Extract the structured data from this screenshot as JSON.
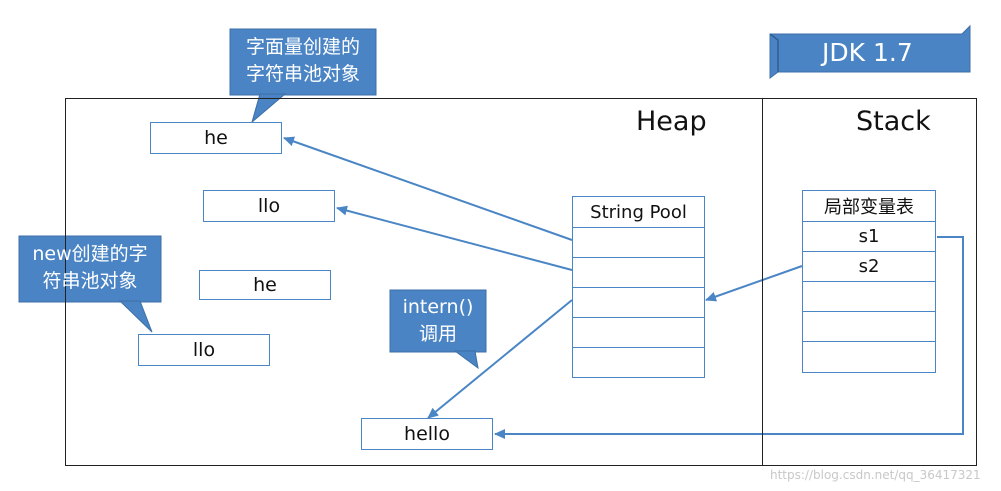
{
  "version_banner": "JDK 1.7",
  "heap": {
    "title": "Heap"
  },
  "stack": {
    "title": "Stack",
    "local_var_table": [
      "局部变量表",
      "s1",
      "s2",
      "",
      "",
      "",
      ""
    ]
  },
  "string_pool": {
    "header": "String Pool"
  },
  "heap_objects": {
    "he_literal": "he",
    "llo_literal": "llo",
    "he_new": "he",
    "llo_new": "llo",
    "hello": "hello"
  },
  "callouts": {
    "literal": [
      "字面量创建的",
      "字符串池对象"
    ],
    "new": [
      "new创建的字",
      "符串池对象"
    ],
    "intern": [
      "intern()",
      "调用"
    ]
  },
  "watermark": "https://blog.csdn.net/qq_36417321",
  "colors": {
    "accent": "#4a86c5",
    "callout_fill": "#4a84c4",
    "frame": "#222222"
  }
}
